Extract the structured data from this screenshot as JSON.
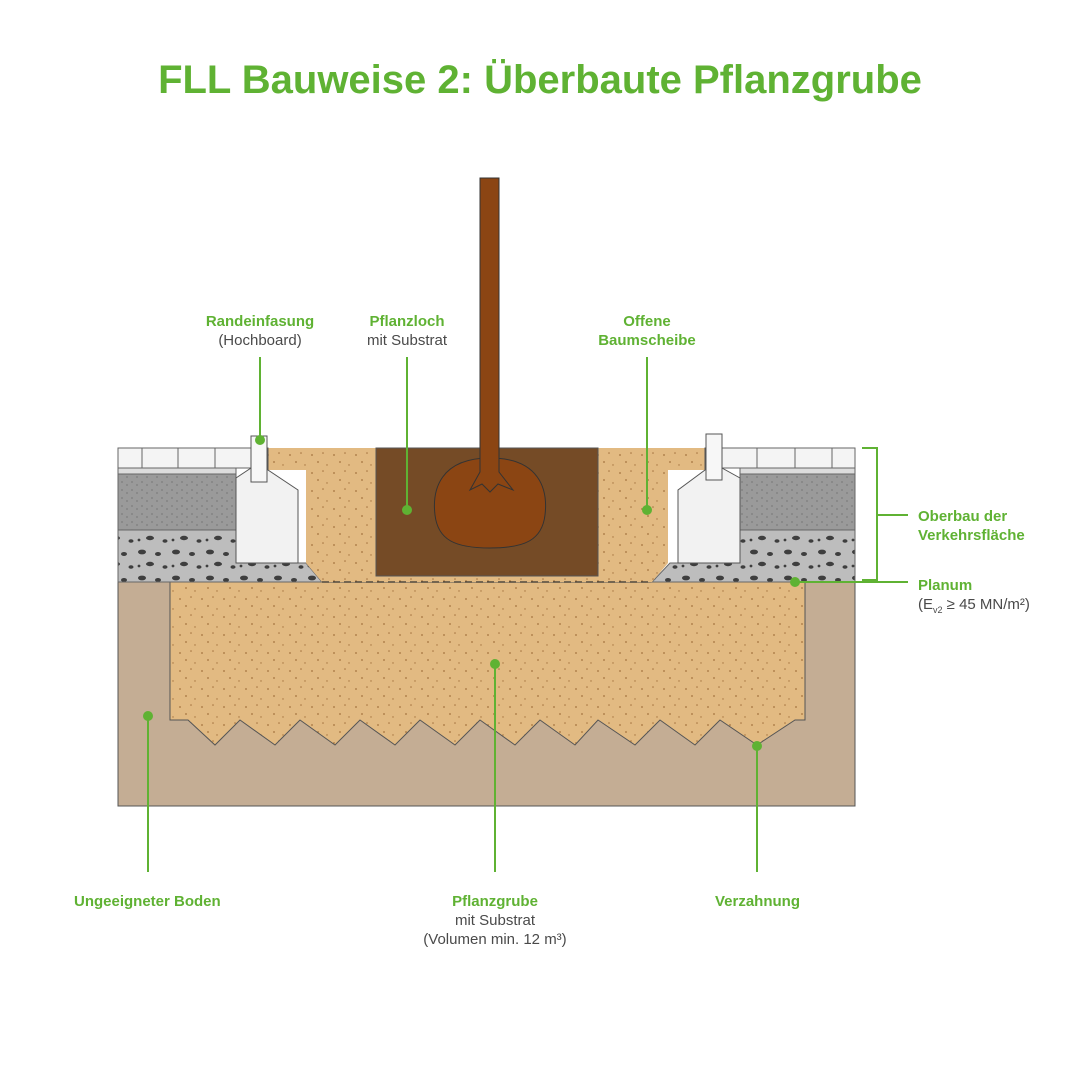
{
  "title": "FLL Bauweise 2: Überbaute Pflanzgrube",
  "colors": {
    "accent": "#5fb233",
    "soil": "#c4ad94",
    "substrate": "#e2ba82",
    "planting_hole": "#754b26",
    "root_ball": "#8b4513",
    "trunk": "#8b4513",
    "gravel": "#bdbdbd",
    "base_layer": "#9e9e9e",
    "curb": "#f0f0f0"
  },
  "labels": {
    "randeinfassung": {
      "title": "Randeinfasung",
      "sub": "(Hochboard)"
    },
    "pflanzloch": {
      "title": "Pflanzloch",
      "sub": "mit Substrat"
    },
    "baumscheibe": {
      "title": "Offene",
      "title2": "Baumscheibe"
    },
    "oberbau": {
      "title": "Oberbau der",
      "title2": "Verkehrsfläche"
    },
    "planum": {
      "title": "Planum",
      "sub_prefix": "(E",
      "sub_index": "v2",
      "sub_suffix": " ≥ 45 MN/m²)"
    },
    "boden": {
      "title": "Ungeeigneter Boden"
    },
    "pflanzgrube": {
      "title": "Pflanzgrube",
      "sub": "mit Substrat",
      "sub2": "(Volumen min. 12 m³)"
    },
    "verzahnung": {
      "title": "Verzahnung"
    }
  }
}
